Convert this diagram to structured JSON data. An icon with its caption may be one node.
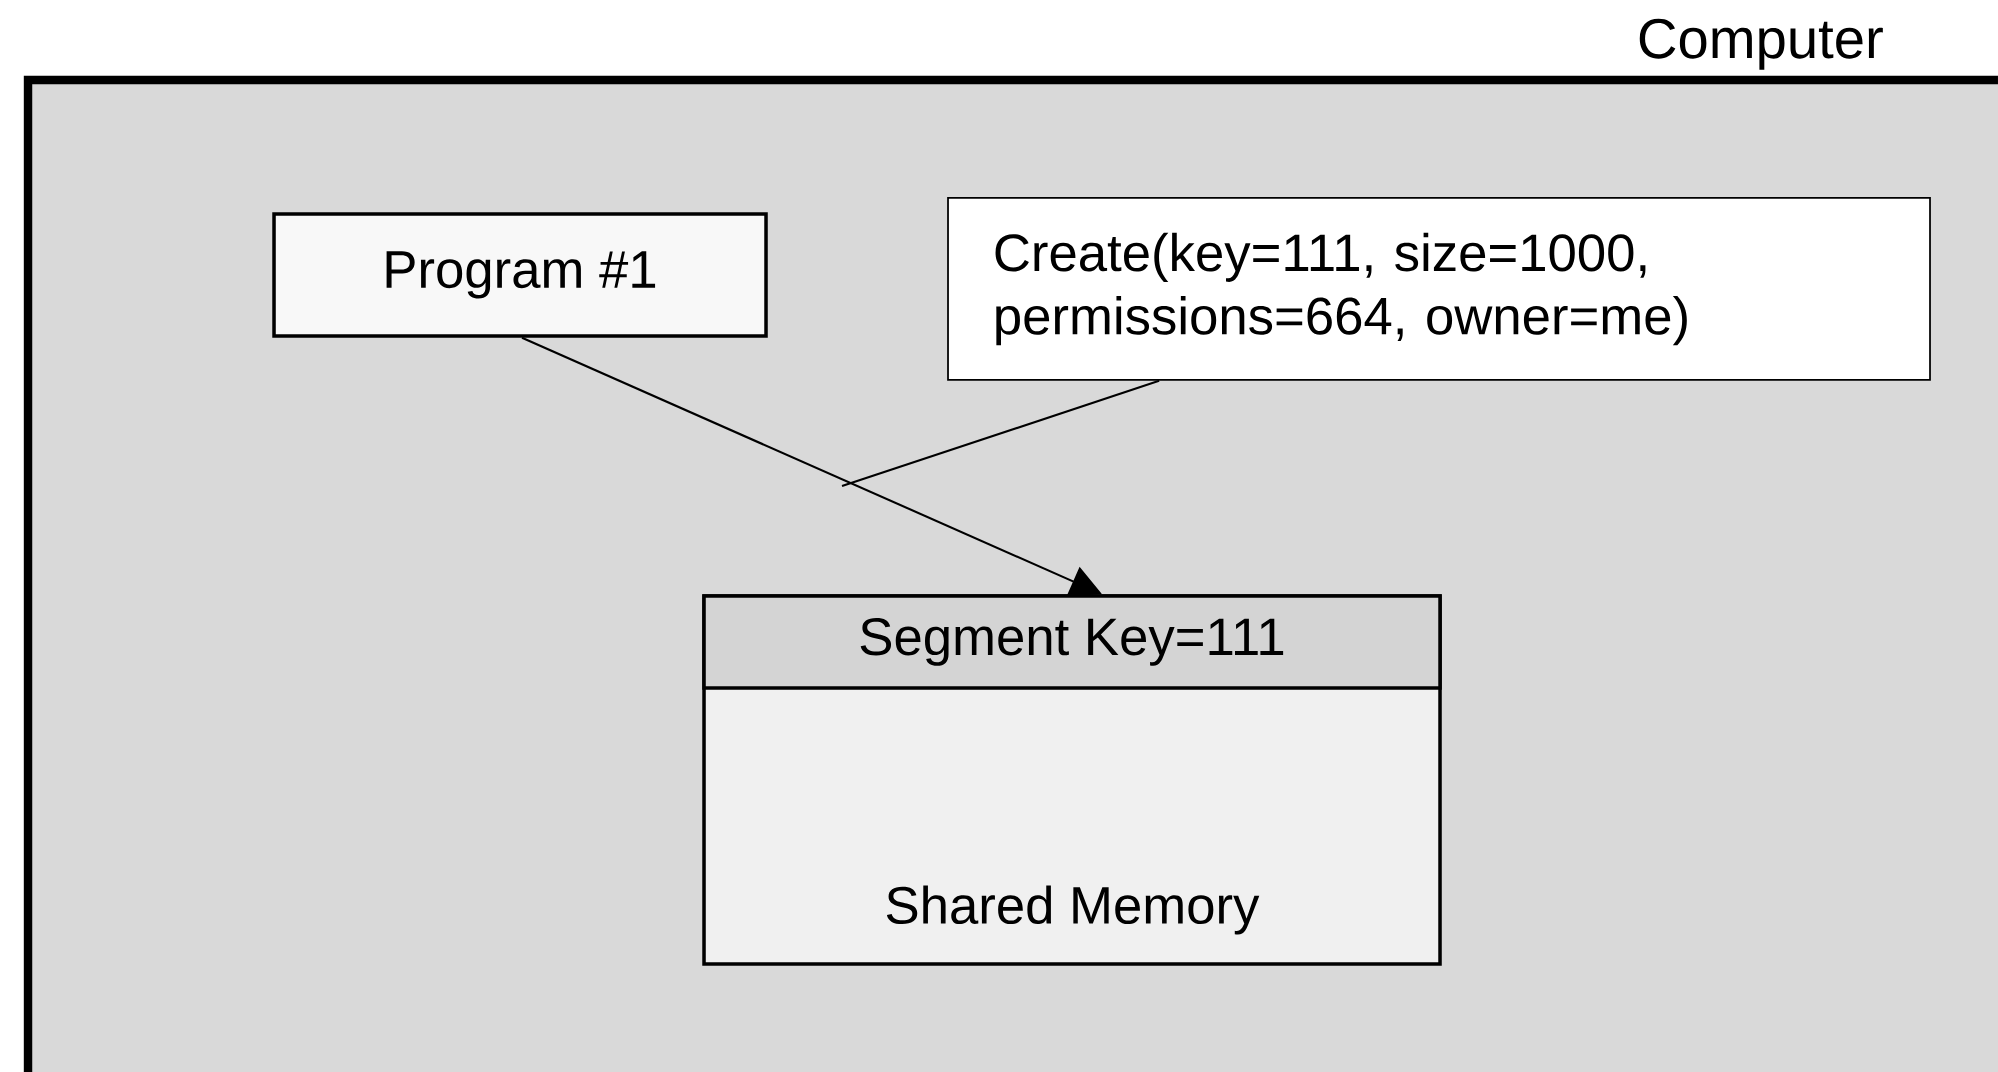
{
  "diagram": {
    "nodes": [
      {
        "text": [
          "Computer"
        ]
      },
      {
        "text": [
          "Program #1"
        ],
        "in": 0
      },
      {
        "text": [
          "Create(key=111, size=1000, permissions=664, owner=me)"
        ],
        "in": 0
      },
      {
        "text": [
          "Segment Key=111",
          "Shared Memory"
        ],
        "in": 0
      }
    ],
    "edges": [
      {
        "from": 1,
        "to": 3,
        "arrow": "to"
      },
      {
        "from": 2,
        "to": null,
        "arrow": "none"
      }
    ]
  }
}
